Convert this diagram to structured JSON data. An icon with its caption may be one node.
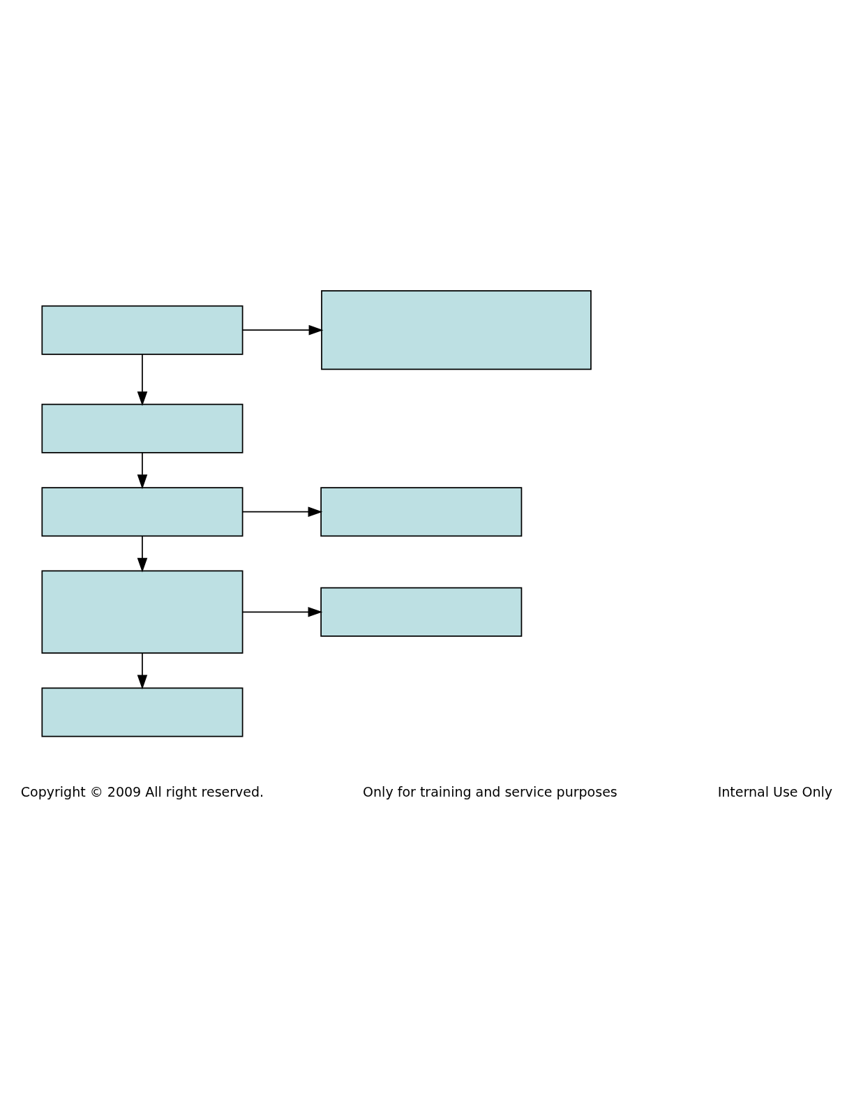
{
  "diagram": {
    "nodes": [
      {
        "text": [],
        "shape": "box"
      },
      {
        "text": [],
        "shape": "box"
      },
      {
        "text": [],
        "shape": "box"
      },
      {
        "text": [],
        "shape": "box"
      },
      {
        "text": [],
        "shape": "box"
      },
      {
        "text": [],
        "shape": "box"
      },
      {
        "text": [],
        "shape": "box"
      },
      {
        "text": [],
        "shape": "box"
      }
    ],
    "edges": [
      {
        "from": 0,
        "to": 1,
        "arrow": "to"
      },
      {
        "from": 0,
        "to": 2,
        "arrow": "to"
      },
      {
        "from": 2,
        "to": 3,
        "arrow": "to"
      },
      {
        "from": 3,
        "to": 4,
        "arrow": "to"
      },
      {
        "from": 3,
        "to": 5,
        "arrow": "to"
      },
      {
        "from": 5,
        "to": 6,
        "arrow": "to"
      },
      {
        "from": 5,
        "to": 7,
        "arrow": "to"
      }
    ],
    "labels": [
      "Copyright © 2009 All right reserved.",
      "Only for training and service purposes",
      "Internal Use Only"
    ]
  }
}
